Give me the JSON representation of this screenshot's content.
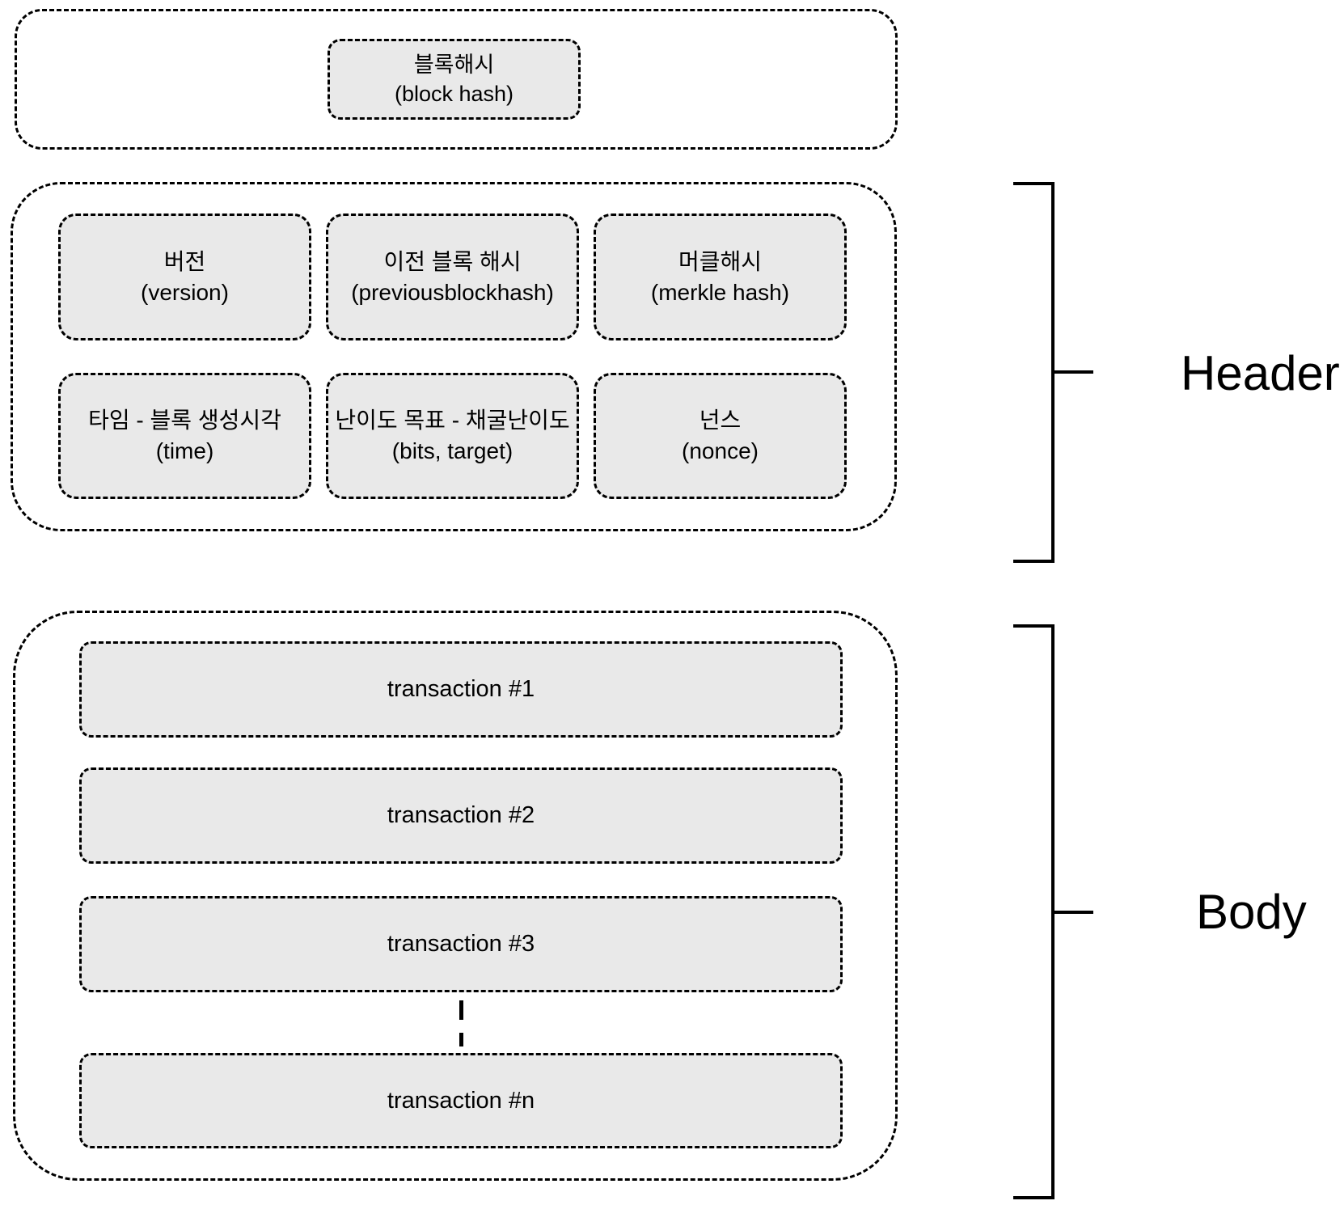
{
  "diagram": {
    "title_semantic": "bitcoin block structure diagram",
    "block_hash_box": {
      "line1": "블록해시",
      "line2": "(block hash)"
    },
    "header_section": {
      "bracket_label": "Header",
      "boxes": [
        {
          "line1": "버전",
          "line2": "(version)"
        },
        {
          "line1": "이전 블록 해시",
          "line2": "(previousblockhash)"
        },
        {
          "line1": "머클해시",
          "line2": "(merkle hash)"
        },
        {
          "line1": "타임 - 블록 생성시각",
          "line2": "(time)"
        },
        {
          "line1": "난이도 목표 - 채굴난이도",
          "line2": "(bits, target)"
        },
        {
          "line1": "넌스",
          "line2": "(nonce)"
        }
      ]
    },
    "body_section": {
      "bracket_label": "Body",
      "transactions": [
        {
          "label": "transaction #1"
        },
        {
          "label": "transaction #2"
        },
        {
          "label": "transaction #3"
        },
        {
          "label": "transaction #n"
        }
      ]
    },
    "colors": {
      "box_fill": "#e9e9e9",
      "stroke": "#000000",
      "text": "#000000",
      "background": "#ffffff"
    }
  }
}
